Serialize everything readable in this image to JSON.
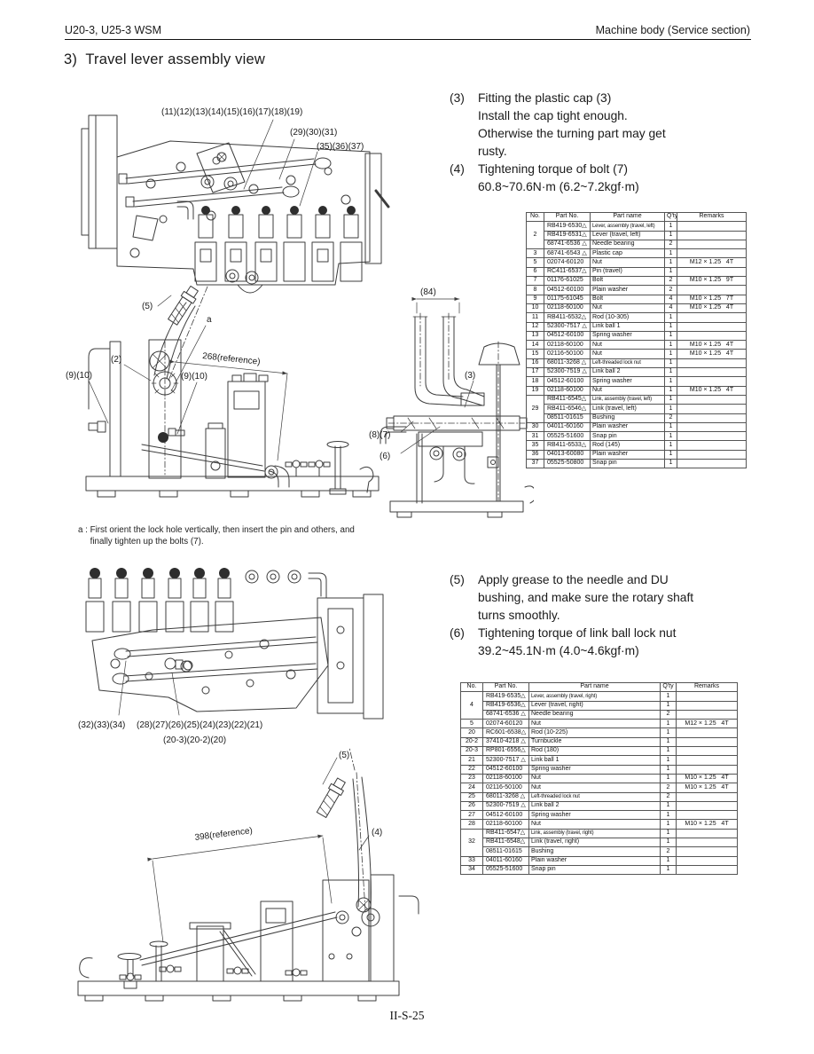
{
  "header": {
    "left": "U20-3, U25-3 WSM",
    "right": "Machine body (Service section)"
  },
  "title": "3)  Travel lever assembly view",
  "notes_top": [
    {
      "num": "(3)",
      "text": "Fitting the plastic cap (3)\nInstall the cap tight enough.\nOtherwise the turning part may get\nrusty."
    },
    {
      "num": "(4)",
      "text": "Tightening torque of bolt (7)\n60.8~70.6N·m (6.2~7.2kgf·m)"
    }
  ],
  "notes_bottom": [
    {
      "num": "(5)",
      "text": "Apply grease to the needle and DU\nbushing, and make sure the rotary shaft\nturns smoothly."
    },
    {
      "num": "(6)",
      "text": "Tightening torque of link ball lock nut\n39.2~45.1N·m (4.0~4.6kgf·m)"
    }
  ],
  "footnote_a": "a : First orient the lock hole vertically, then insert the pin and others, and\n     finally tighten up the bolts (7).",
  "diagram1": {
    "labels": {
      "callout_top": "(11)(12)(13)(14)(15)(16)(17)(18)(19)",
      "callout_29": "(29)(30)(31)",
      "callout_35": "(35)(36)(37)",
      "callout_5": "(5)",
      "callout_a": "a",
      "callout_2": "(2)",
      "callout_910_left": "(9)(10)",
      "callout_910_mid": "(9)(10)",
      "dim_268": "268(reference)",
      "dim_84": "(84)",
      "callout_3": "(3)",
      "callout_87": "(8)(7)",
      "callout_6": "(6)"
    }
  },
  "diagram2": {
    "labels": {
      "callout_323334": "(32)(33)(34)",
      "callout_row": "(28)(27)(26)(25)(24)(23)(22)(21)",
      "callout_20": "(20-3)(20-2)(20)",
      "callout_5": "(5)",
      "callout_4": "(4)",
      "dim_398": "398(reference)"
    }
  },
  "table1": {
    "columns": [
      "No.",
      "Part No.",
      "Part name",
      "Q'ty",
      "Remarks"
    ],
    "rows": [
      [
        "2",
        "RB419-6530△",
        "Lever, assembly (travel, left)",
        "1",
        ""
      ],
      [
        null,
        "RB419-6531△",
        "Lever (travel, left)",
        "1",
        ""
      ],
      [
        null,
        "68741-6536 △",
        "Needle bearing",
        "2",
        ""
      ],
      [
        "3",
        "68741-6543 △",
        "Plastic cap",
        "1",
        ""
      ],
      [
        "5",
        "02074-60120",
        "Nut",
        "1",
        "M12 × 1.25   4T"
      ],
      [
        "6",
        "RC411-6537△",
        "Pin (travel)",
        "1",
        ""
      ],
      [
        "7",
        "01176-61025",
        "Bolt",
        "2",
        "M10 × 1.25   9T"
      ],
      [
        "8",
        "04512-60100",
        "Plain washer",
        "2",
        ""
      ],
      [
        "9",
        "01175-61045",
        "Bolt",
        "4",
        "M10 × 1.25   7T"
      ],
      [
        "10",
        "02118-60100",
        "Nut",
        "4",
        "M10 × 1.25   4T"
      ],
      [
        "11",
        "RB411-6532△",
        "Rod (10-305)",
        "1",
        ""
      ],
      [
        "12",
        "52300-7517 △",
        "Link ball 1",
        "1",
        ""
      ],
      [
        "13",
        "04512-60100",
        "Spring washer",
        "1",
        ""
      ],
      [
        "14",
        "02118-60100",
        "Nut",
        "1",
        "M10 × 1.25   4T"
      ],
      [
        "15",
        "02116-50100",
        "Nut",
        "1",
        "M10 × 1.25   4T"
      ],
      [
        "16",
        "68011-3268 △",
        "Left-threaded lock nut",
        "1",
        ""
      ],
      [
        "17",
        "52300-7519 △",
        "Link ball 2",
        "1",
        ""
      ],
      [
        "18",
        "04512-60100",
        "Spring washer",
        "1",
        ""
      ],
      [
        "19",
        "02118-60100",
        "Nut",
        "1",
        "M10 × 1.25   4T"
      ],
      [
        "29",
        "RB411-6545△",
        "Link, assembly (travel, left)",
        "1",
        ""
      ],
      [
        null,
        "RB411-6546△",
        "Link (travel, left)",
        "1",
        ""
      ],
      [
        null,
        "08511-01615",
        "Bushing",
        "2",
        ""
      ],
      [
        "30",
        "04011-60160",
        "Plain washer",
        "1",
        ""
      ],
      [
        "31",
        "05525-51600",
        "Snap pin",
        "1",
        ""
      ],
      [
        "35",
        "RB411-6533△",
        "Rod (145)",
        "1",
        ""
      ],
      [
        "36",
        "04013-60080",
        "Plain washer",
        "1",
        ""
      ],
      [
        "37",
        "05525-50800",
        "Snap pin",
        "1",
        ""
      ]
    ]
  },
  "table2": {
    "columns": [
      "No.",
      "Part No.",
      "Part name",
      "Q'ty",
      "Remarks"
    ],
    "rows": [
      [
        "4",
        "RB419-6535△",
        "Lever, assembly (travel, right)",
        "1",
        ""
      ],
      [
        null,
        "RB419-6536△",
        "Lever (travel, right)",
        "1",
        ""
      ],
      [
        null,
        "68741-6536 △",
        "Needle bearing",
        "2",
        ""
      ],
      [
        "5",
        "02074-60120",
        "Nut",
        "1",
        "M12 × 1.25   4T"
      ],
      [
        "20",
        "RC601-6538△",
        "Rod (10-225)",
        "1",
        ""
      ],
      [
        "20-2",
        "37410-4218 △",
        "Turnbuckle",
        "1",
        ""
      ],
      [
        "20-3",
        "RP801-6556△",
        "Rod (180)",
        "1",
        ""
      ],
      [
        "21",
        "52300-7517 △",
        "Link ball 1",
        "1",
        ""
      ],
      [
        "22",
        "04512-60100",
        "Spring washer",
        "1",
        ""
      ],
      [
        "23",
        "02118-60100",
        "Nut",
        "1",
        "M10 × 1.25   4T"
      ],
      [
        "24",
        "02116-50100",
        "Nut",
        "2",
        "M10 × 1.25   4T"
      ],
      [
        "25",
        "68011-3268 △",
        "Left-threaded lock nut",
        "2",
        ""
      ],
      [
        "26",
        "52300-7519 △",
        "Link ball 2",
        "1",
        ""
      ],
      [
        "27",
        "04512-60100",
        "Spring washer",
        "1",
        ""
      ],
      [
        "28",
        "02118-60100",
        "Nut",
        "1",
        "M10 × 1.25   4T"
      ],
      [
        "32",
        "RB411-6547△",
        "Link, assembly (travel, right)",
        "1",
        ""
      ],
      [
        null,
        "RB411-6548△",
        "Link (travel, right)",
        "1",
        ""
      ],
      [
        null,
        "08511-01615",
        "Bushing",
        "2",
        ""
      ],
      [
        "33",
        "04011-60160",
        "Plain washer",
        "1",
        ""
      ],
      [
        "34",
        "05525-51600",
        "Snap pin",
        "1",
        ""
      ]
    ]
  },
  "footer": "II-S-25"
}
